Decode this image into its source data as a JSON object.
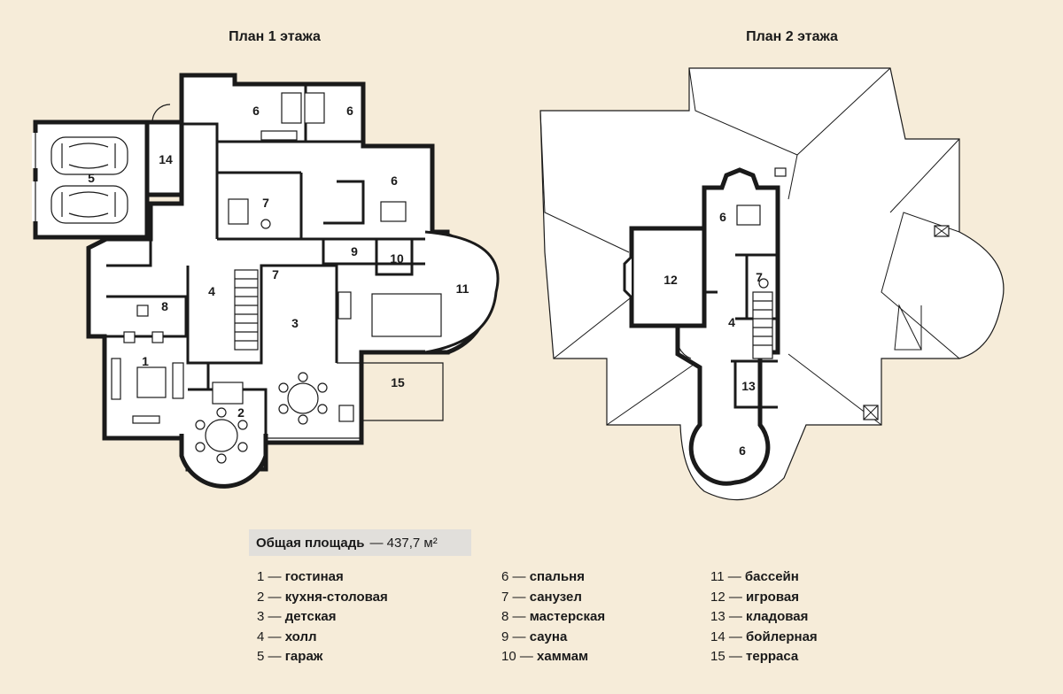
{
  "plans": {
    "floor1_title": "План 1 этажа",
    "floor2_title": "План 2 этажа"
  },
  "floor1_labels": [
    "6",
    "6",
    "14",
    "5",
    "7",
    "6",
    "9",
    "10",
    "11",
    "7",
    "4",
    "8",
    "3",
    "1",
    "2",
    "15"
  ],
  "floor2_labels": [
    "6",
    "12",
    "7",
    "4",
    "13",
    "6"
  ],
  "area": {
    "label": "Общая площадь",
    "value": "— 437,7 м²"
  },
  "legend": [
    {
      "num": "1 —",
      "name": "гостиная"
    },
    {
      "num": "2 —",
      "name": "кухня-столовая"
    },
    {
      "num": "3 —",
      "name": "детская"
    },
    {
      "num": "4 —",
      "name": "холл"
    },
    {
      "num": "5 —",
      "name": "гараж"
    },
    {
      "num": "6 —",
      "name": "спальня"
    },
    {
      "num": "7 —",
      "name": "санузел"
    },
    {
      "num": "8 —",
      "name": "мастерская"
    },
    {
      "num": "9 —",
      "name": "сауна"
    },
    {
      "num": "10 —",
      "name": "хаммам"
    },
    {
      "num": "11 —",
      "name": "бассейн"
    },
    {
      "num": "12 —",
      "name": "игровая"
    },
    {
      "num": "13 —",
      "name": "кладовая"
    },
    {
      "num": "14 —",
      "name": "бойлерная"
    },
    {
      "num": "15 —",
      "name": "терраса"
    }
  ],
  "colors": {
    "background": "#f6ecd9",
    "area_box": "#e1dfdb",
    "ink": "#1a1a1a"
  }
}
